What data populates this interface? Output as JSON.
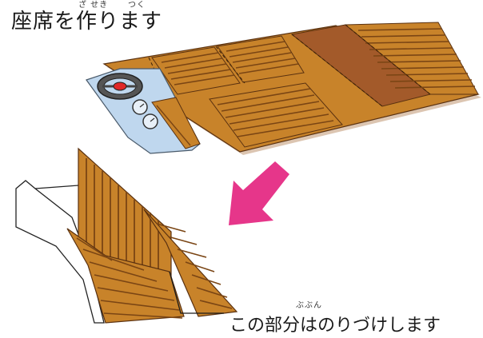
{
  "title": {
    "number": ")",
    "text": "座席を作ります",
    "ruby_zaseki": "ざ せき",
    "ruby_tsuku": "つく"
  },
  "caption": {
    "text": "この部分はのりづけします",
    "ruby_bubun": "ぶぶん"
  },
  "icons": {
    "arrow": "arrow-down-left-icon",
    "steering": "steering-wheel-icon",
    "gauge": "gauge-icon"
  },
  "colors": {
    "wood": "#c8832a",
    "wood_dark": "#8a4f18",
    "wood_plank": "#a8611c",
    "brown_panel": "#a35a2a",
    "dashboard_blue": "#bfd7ee",
    "arrow_pink": "#e6368a",
    "line": "#1a1a1a"
  }
}
